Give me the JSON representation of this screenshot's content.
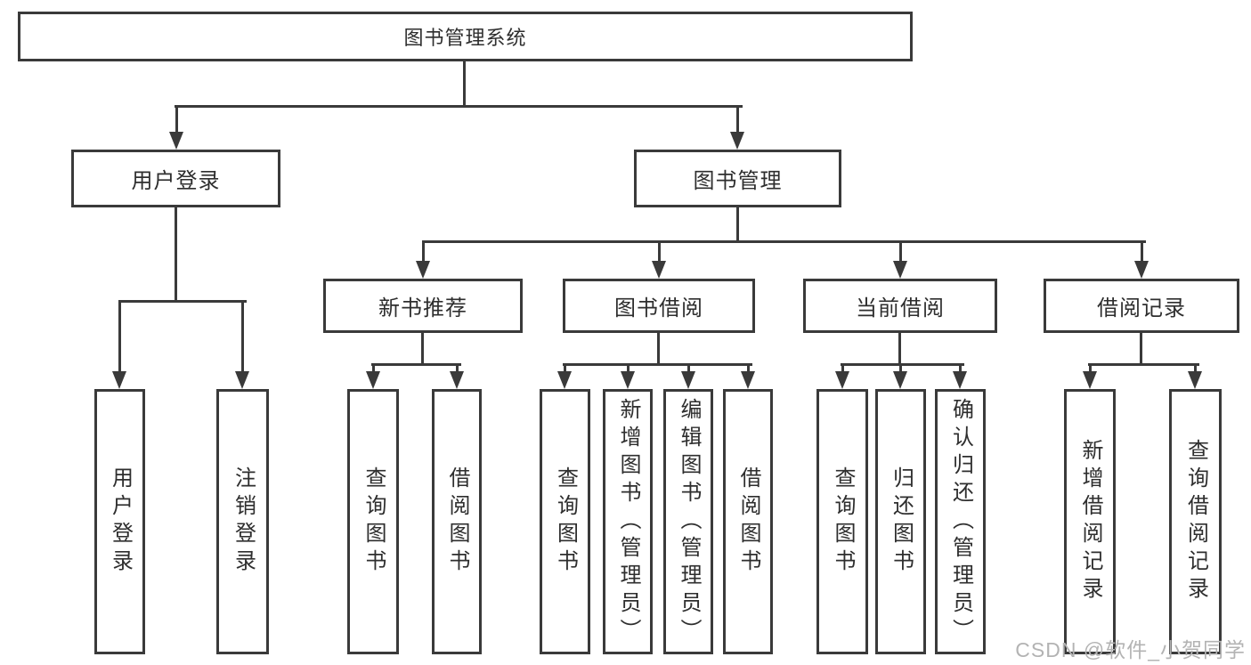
{
  "root": {
    "label": "图书管理系统"
  },
  "level1": [
    {
      "label": "用户登录"
    },
    {
      "label": "图书管理"
    }
  ],
  "level2": [
    {
      "label": "新书推荐"
    },
    {
      "label": "图书借阅"
    },
    {
      "label": "当前借阅"
    },
    {
      "label": "借阅记录"
    }
  ],
  "leaves": [
    {
      "label": "用户登录"
    },
    {
      "label": "注销登录"
    },
    {
      "label": "查询图书"
    },
    {
      "label": "借阅图书"
    },
    {
      "label": "查询图书"
    },
    {
      "label": "新增图书（管理员）"
    },
    {
      "label": "编辑图书（管理员）"
    },
    {
      "label": "借阅图书"
    },
    {
      "label": "查询图书"
    },
    {
      "label": "归还图书"
    },
    {
      "label": "确认归还（管理员）"
    },
    {
      "label": "新增借阅记录"
    },
    {
      "label": "查询借阅记录"
    }
  ],
  "watermark": "CSDN @软件_小贺同学",
  "colors": {
    "line": "#3a3a3a",
    "text": "#2e2e2e",
    "watermark": "#b3b3b3",
    "background": "#ffffff"
  }
}
